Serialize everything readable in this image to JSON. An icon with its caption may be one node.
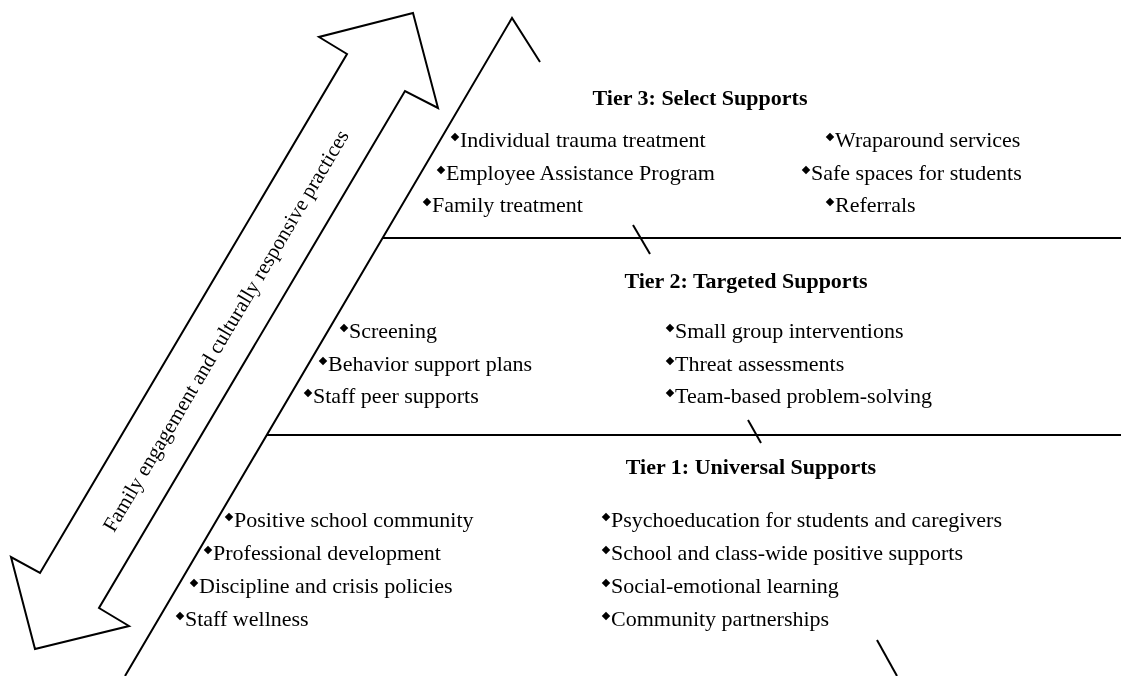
{
  "diagram": {
    "nodes": [
      {
        "text": [
          "Family engagement and culturally responsive practices"
        ]
      },
      {
        "text": [
          "Tier 3: Select Supports",
          "Individual trauma treatment",
          "Employee Assistance Program",
          "Family treatment",
          "Wraparound services",
          "Safe spaces for students",
          "Referrals"
        ]
      },
      {
        "text": [
          "Tier 2: Targeted Supports",
          "Screening",
          "Behavior support plans",
          "Staff peer supports",
          "Small group interventions",
          "Threat assessments",
          "Team-based problem-solving"
        ]
      },
      {
        "text": [
          "Tier 1: Universal Supports",
          "Positive school community",
          "Professional development",
          "Discipline and crisis policies",
          "Staff wellness",
          "Psychoeducation for students and caregivers",
          "School and class-wide positive supports",
          "Social-emotional learning",
          "Community partnerships"
        ]
      }
    ]
  }
}
